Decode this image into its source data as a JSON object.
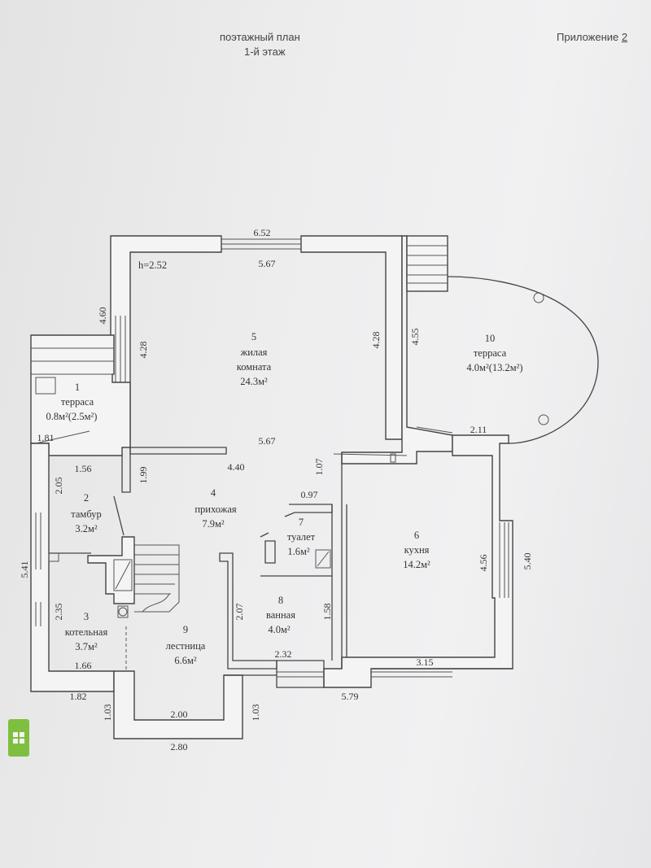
{
  "header": {
    "title_line1": "поэтажный план",
    "title_line2": "1-й этаж",
    "appendix_label": "Приложение",
    "appendix_number": "2"
  },
  "rooms": [
    {
      "number": "1",
      "name": "терраса",
      "area": "0.8м²(2.5м²)"
    },
    {
      "number": "2",
      "name": "тамбур",
      "area": "3.2м²"
    },
    {
      "number": "3",
      "name": "котельная",
      "area": "3.7м²"
    },
    {
      "number": "4",
      "name": "прихожая",
      "area": "7.9м²"
    },
    {
      "number": "5",
      "name": "жилая",
      "name2": "комната",
      "area": "24.3м²"
    },
    {
      "number": "6",
      "name": "кухня",
      "area": "14.2м²"
    },
    {
      "number": "7",
      "name": "туалет",
      "area": "1.6м²"
    },
    {
      "number": "8",
      "name": "ванная",
      "area": "4.0м²"
    },
    {
      "number": "9",
      "name": "лестница",
      "area": "6.6м²"
    },
    {
      "number": "10",
      "name": "терраса",
      "area": "4.0м²(13.2м²)"
    }
  ],
  "height_label": "h=2.52",
  "dimensions": {
    "top_outer": "6.52",
    "top_inner": "5.67",
    "living_bottom": "5.67",
    "living_left": "4.28",
    "living_right": "4.28",
    "outer_left_upper": "4.60",
    "outer_right_upper": "4.55",
    "terrace1_width": "1.81",
    "vestibule_width": "1.56",
    "vestibule_height": "2.05",
    "hall_left": "1.99",
    "hall_width": "4.40",
    "wc_top": "1.07",
    "wc_width": "0.97",
    "terrace10_width": "2.11",
    "kitchen_inner": "4.56",
    "kitchen_outer": "5.40",
    "outer_left_lower": "5.41",
    "boiler_height": "2.35",
    "boiler_width": "1.66",
    "bath_left": "2.07",
    "bath_right": "1.58",
    "bath_width": "2.32",
    "kitchen_width": "3.15",
    "right_bottom": "5.79",
    "left_bottom": "1.82",
    "stair_inner": "2.00",
    "stair_outer": "2.80",
    "bay_left": "1.03",
    "bay_right": "1.03"
  }
}
